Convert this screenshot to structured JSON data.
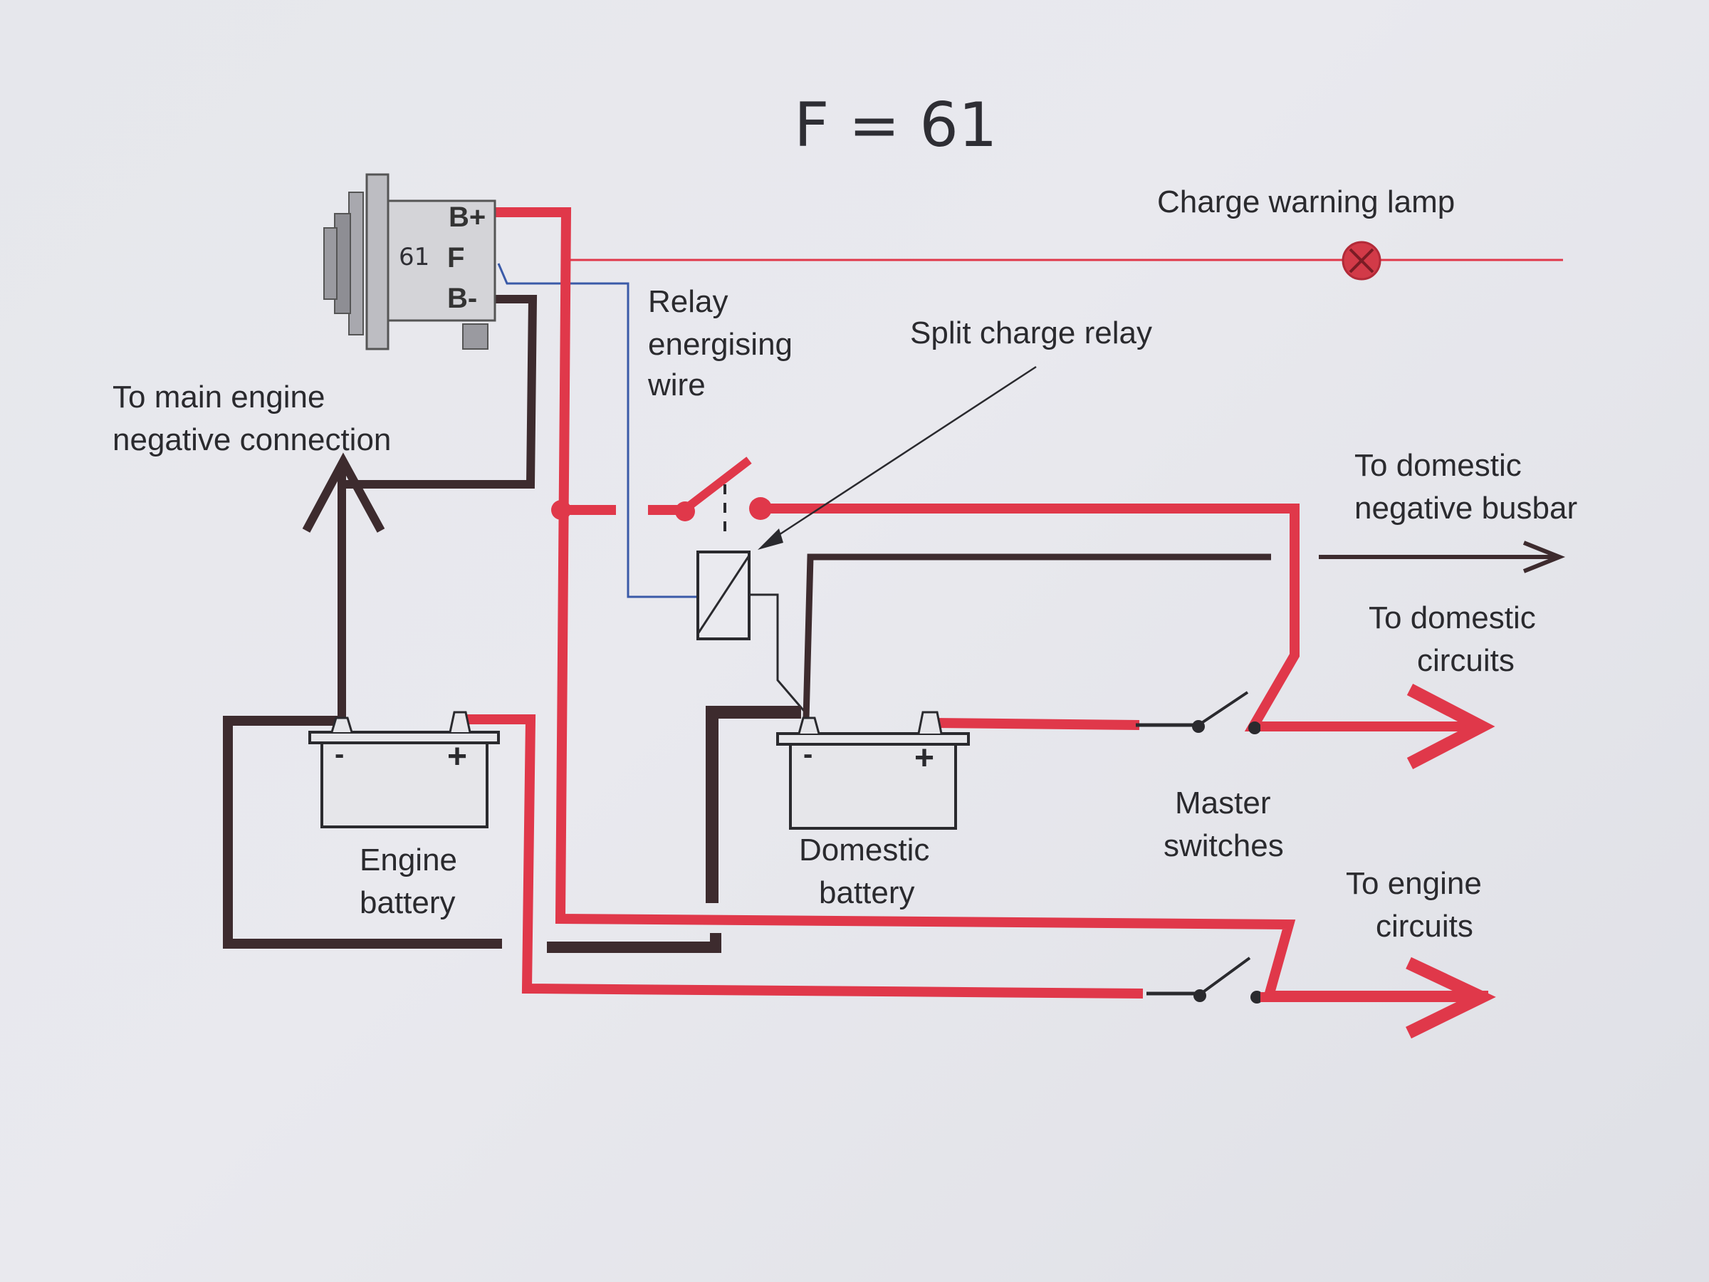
{
  "header": {
    "handwritten_note": "F = 61"
  },
  "alternator": {
    "terminal_b_plus": "B+",
    "terminal_f": "F",
    "terminal_b_minus": "B-",
    "model_marking": "61"
  },
  "labels": {
    "charge_warning_lamp": "Charge warning lamp",
    "relay_energising_line1": "Relay",
    "relay_energising_line2": "energising",
    "relay_energising_line3": "wire",
    "split_charge_relay": "Split charge relay",
    "main_engine_negative_line1": "To main engine",
    "main_engine_negative_line2": "negative connection",
    "domestic_negative_line1": "To domestic",
    "domestic_negative_line2": "negative busbar",
    "domestic_circuits_line1": "To domestic",
    "domestic_circuits_line2": "circuits",
    "master_switches_line1": "Master",
    "master_switches_line2": "switches",
    "engine_circuits_line1": "To engine",
    "engine_circuits_line2": "circuits",
    "engine_battery_line1": "Engine",
    "engine_battery_line2": "battery",
    "domestic_battery_line1": "Domestic",
    "domestic_battery_line2": "battery"
  },
  "battery_terminals": {
    "negative": "-",
    "positive": "+"
  },
  "colors": {
    "positive_wire": "#e0384a",
    "negative_wire": "#3d2b2e",
    "relay_wire": "#3a5aa8",
    "lamp": "#d23a48"
  }
}
